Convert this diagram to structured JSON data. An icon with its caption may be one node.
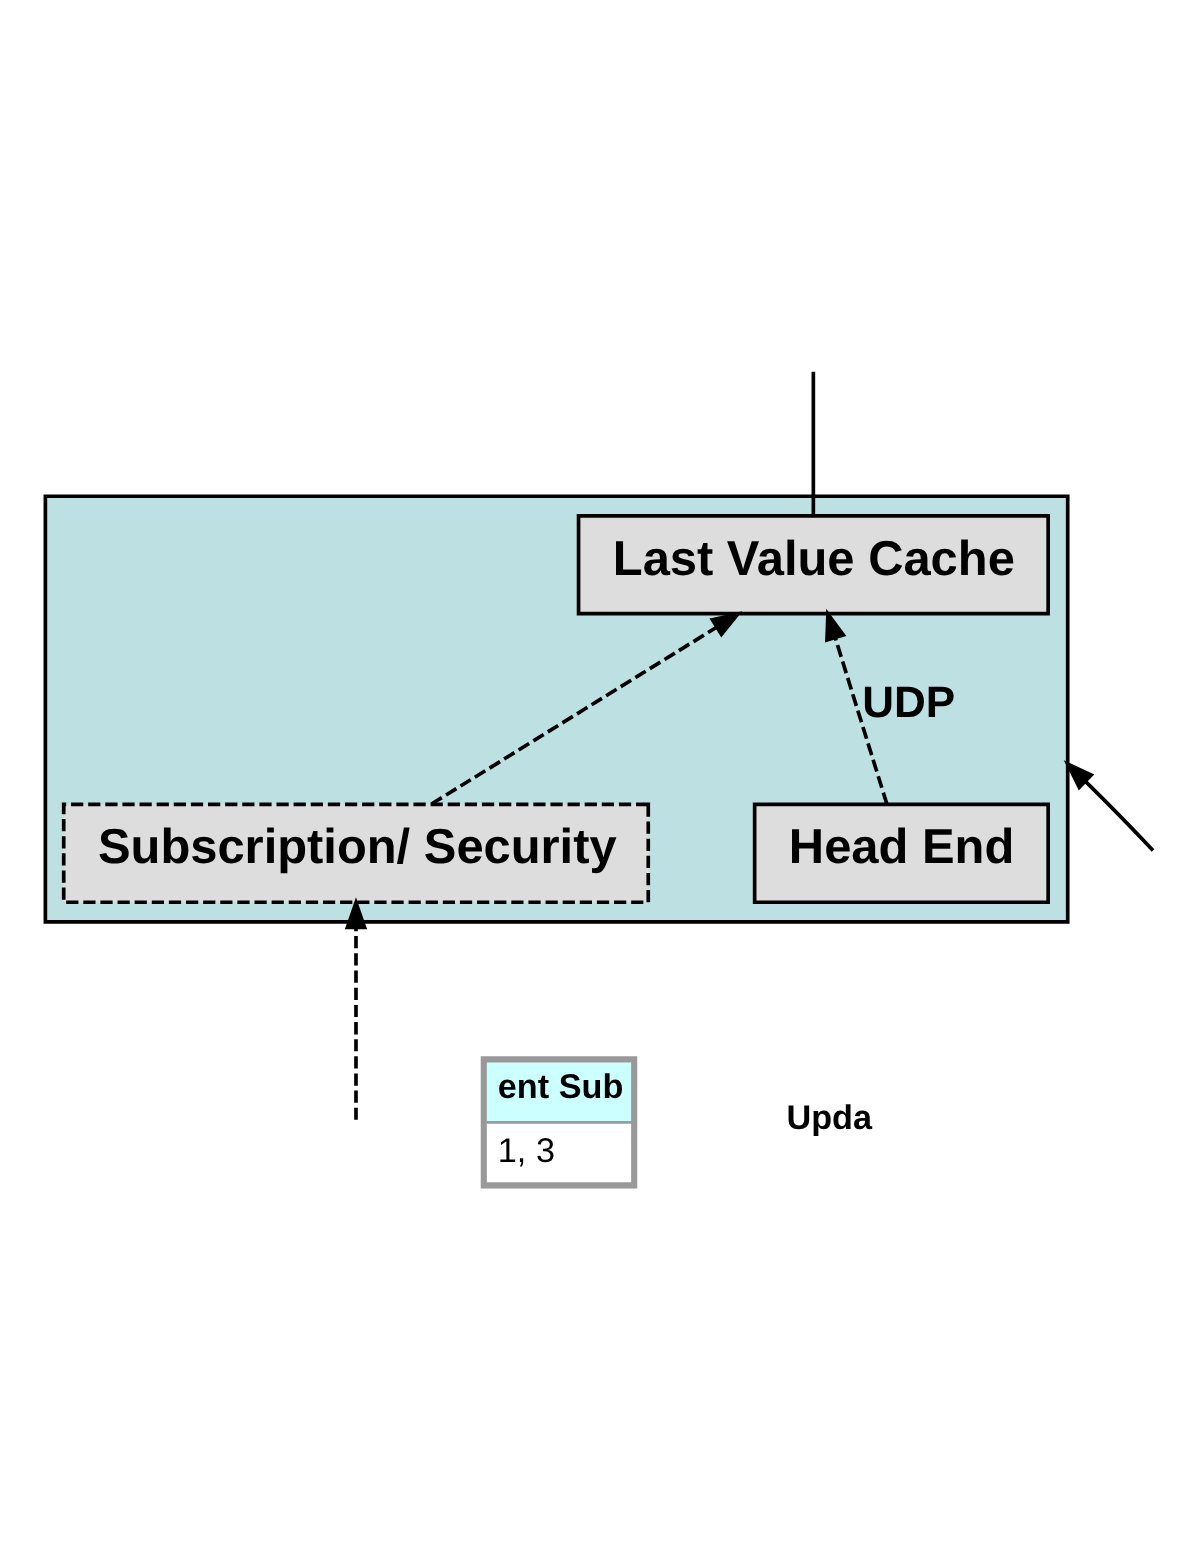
{
  "diagram": {
    "nodes": [
      {
        "text": [],
        "shape": "box"
      },
      {
        "text": [
          "Last Value Cache"
        ],
        "in": 0
      },
      {
        "text": [
          "Head End"
        ],
        "in": 0
      },
      {
        "text": [
          "Subscription/ Security"
        ],
        "in": 0
      },
      {
        "text": [
          "ent Sub",
          "1, 3"
        ]
      }
    ],
    "edges": [
      {
        "from": 2,
        "to": 1,
        "arrow": "to",
        "label": "UDP",
        "style": "dashed"
      },
      {
        "from": 3,
        "to": 1,
        "arrow": "to",
        "style": "dashed"
      },
      {
        "from": null,
        "to": 3,
        "arrow": "to",
        "style": "dashed"
      },
      {
        "from": 1,
        "to": null,
        "arrow": "none"
      },
      {
        "from": null,
        "to": 0,
        "arrow": "to"
      }
    ],
    "labels": [
      "Upda"
    ]
  }
}
